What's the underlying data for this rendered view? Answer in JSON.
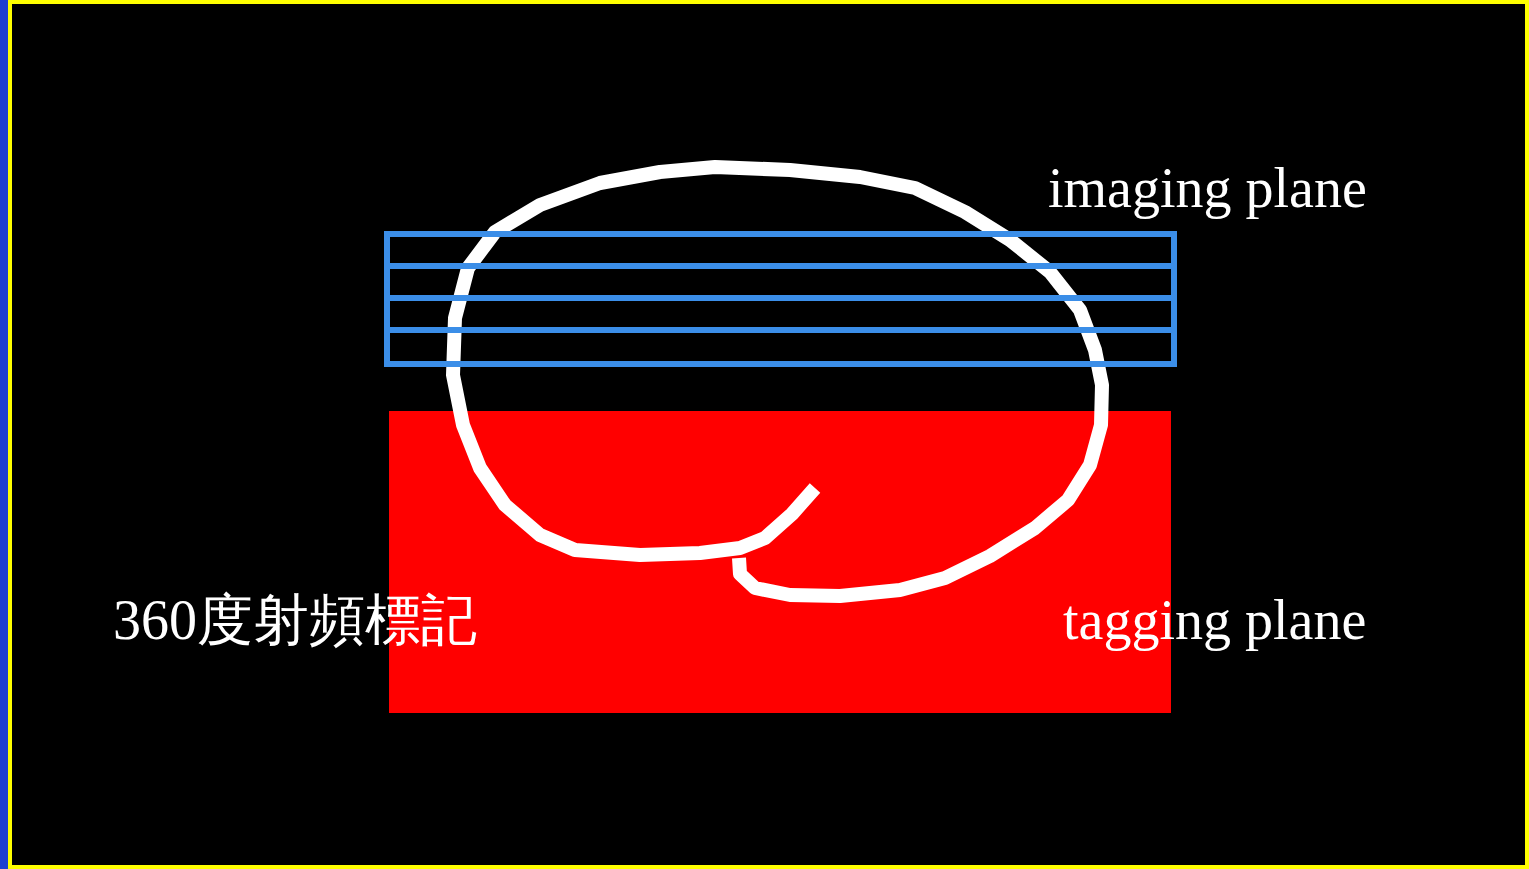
{
  "diagram": {
    "labels": [
      "imaging plane",
      "360度射頻標記",
      "tagging plane"
    ]
  }
}
